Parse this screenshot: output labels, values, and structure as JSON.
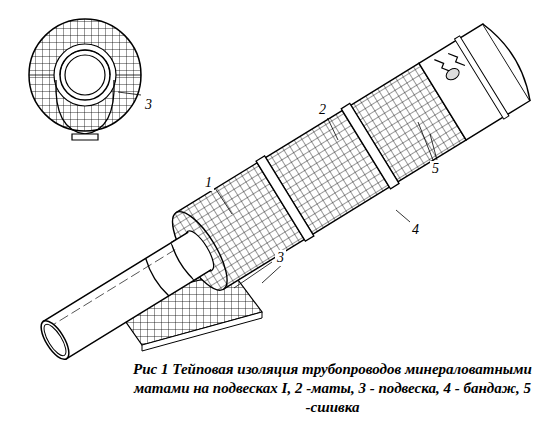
{
  "diagram": {
    "caption": "Рис 1 Тейповая изоляция трубопроводов минераловатными матами на подвесках I, 2 -маты, 3 - подвеска, 4 - бандаж, 5 -сшивка",
    "labels": [
      "1",
      "2",
      "3",
      "3",
      "4",
      "5"
    ]
  }
}
